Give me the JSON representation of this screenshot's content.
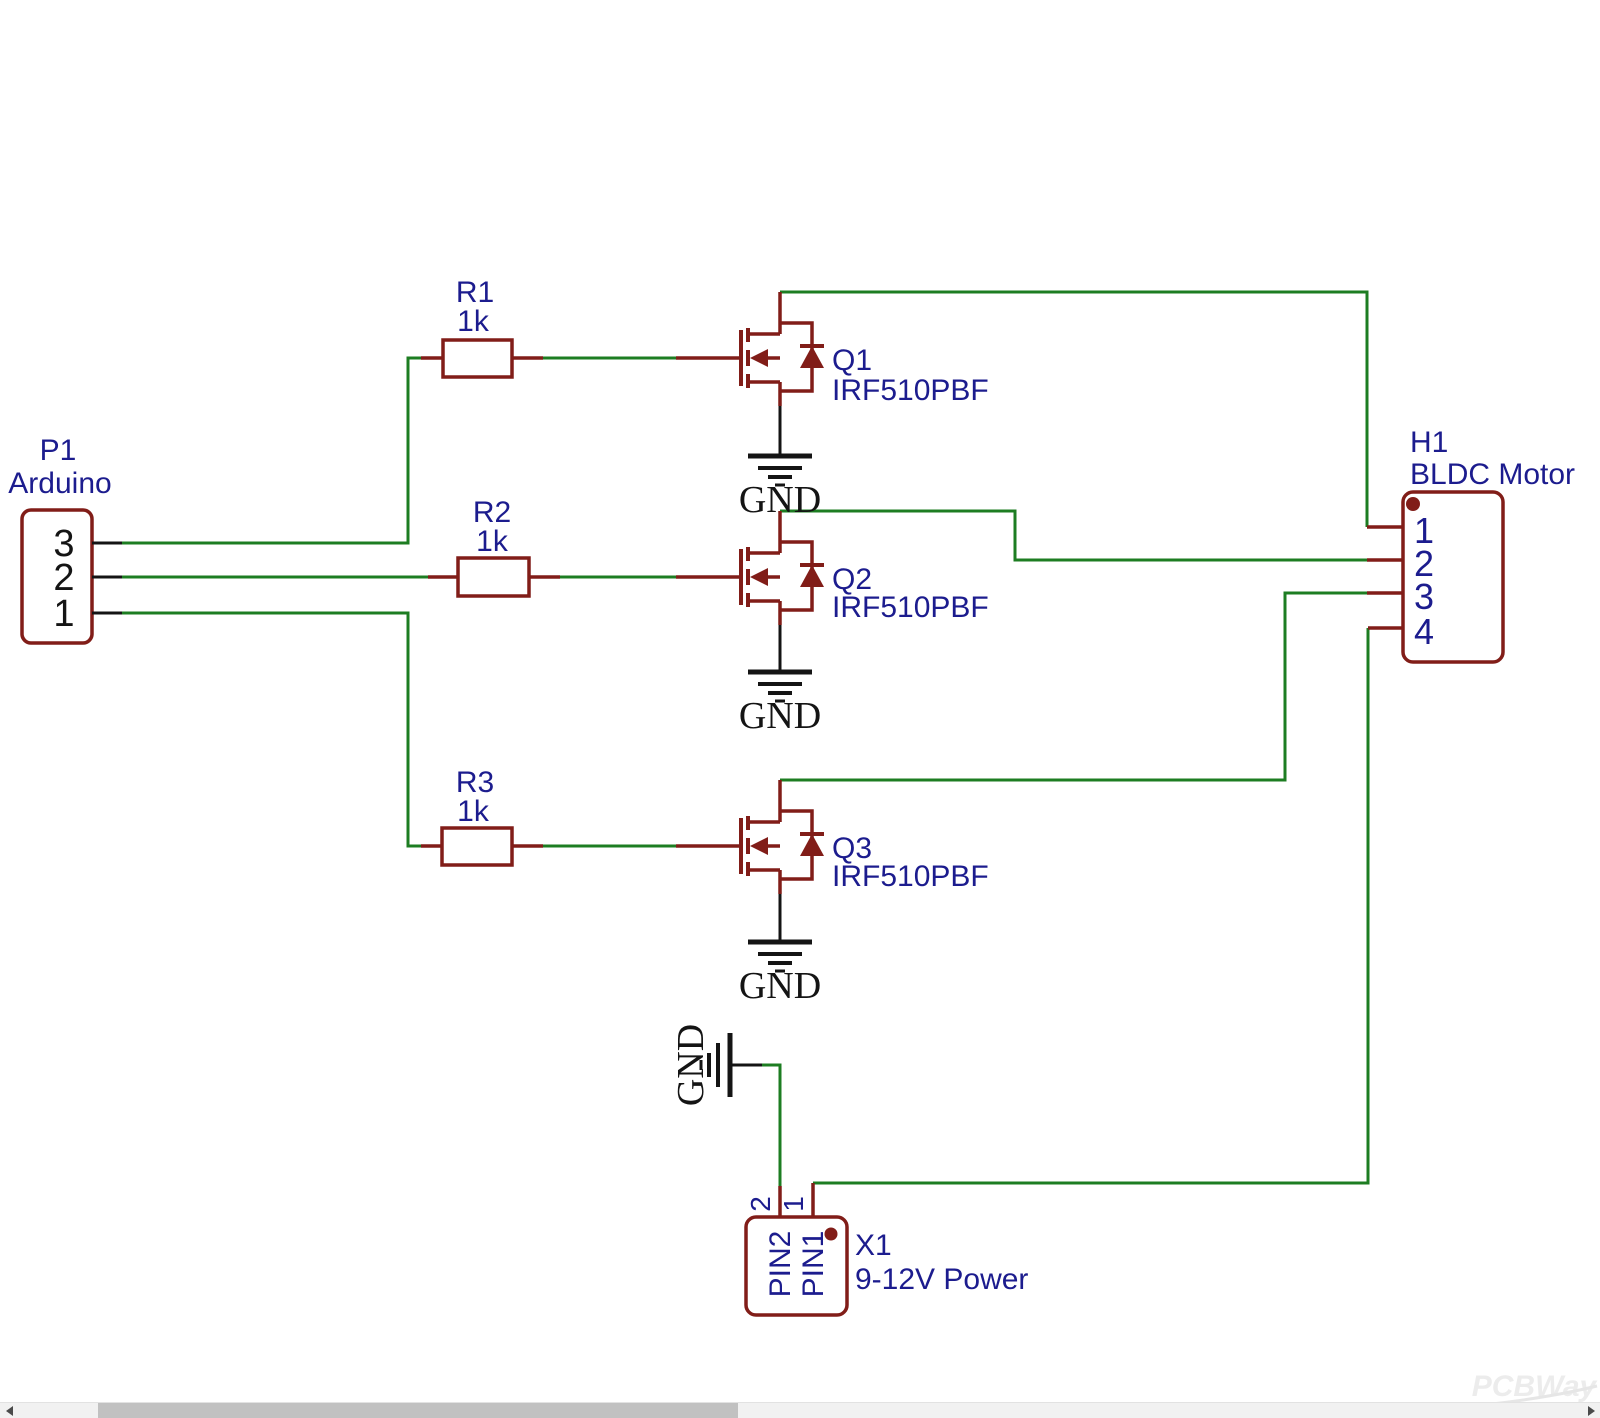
{
  "schematic": {
    "p1": {
      "ref": "P1",
      "value": "Arduino",
      "pins": [
        "3",
        "2",
        "1"
      ]
    },
    "r1": {
      "ref": "R1",
      "value": "1k"
    },
    "r2": {
      "ref": "R2",
      "value": "1k"
    },
    "r3": {
      "ref": "R3",
      "value": "1k"
    },
    "q1": {
      "ref": "Q1",
      "part": "IRF510PBF"
    },
    "q2": {
      "ref": "Q2",
      "part": "IRF510PBF"
    },
    "q3": {
      "ref": "Q3",
      "part": "IRF510PBF"
    },
    "h1": {
      "ref": "H1",
      "value": "BLDC Motor",
      "pins": [
        "1",
        "2",
        "3",
        "4"
      ]
    },
    "x1": {
      "ref": "X1",
      "value": "9-12V Power",
      "pin_numbers": [
        "2",
        "1"
      ],
      "pin_names": [
        "PIN2",
        "PIN1"
      ]
    },
    "gnd_label": "GND",
    "colors": {
      "wire": "#1d7d22",
      "part_outline": "#811d18",
      "label_text": "#1c1c8e",
      "pin_text": "#141414"
    }
  },
  "watermark": {
    "text": "PCBWay"
  }
}
